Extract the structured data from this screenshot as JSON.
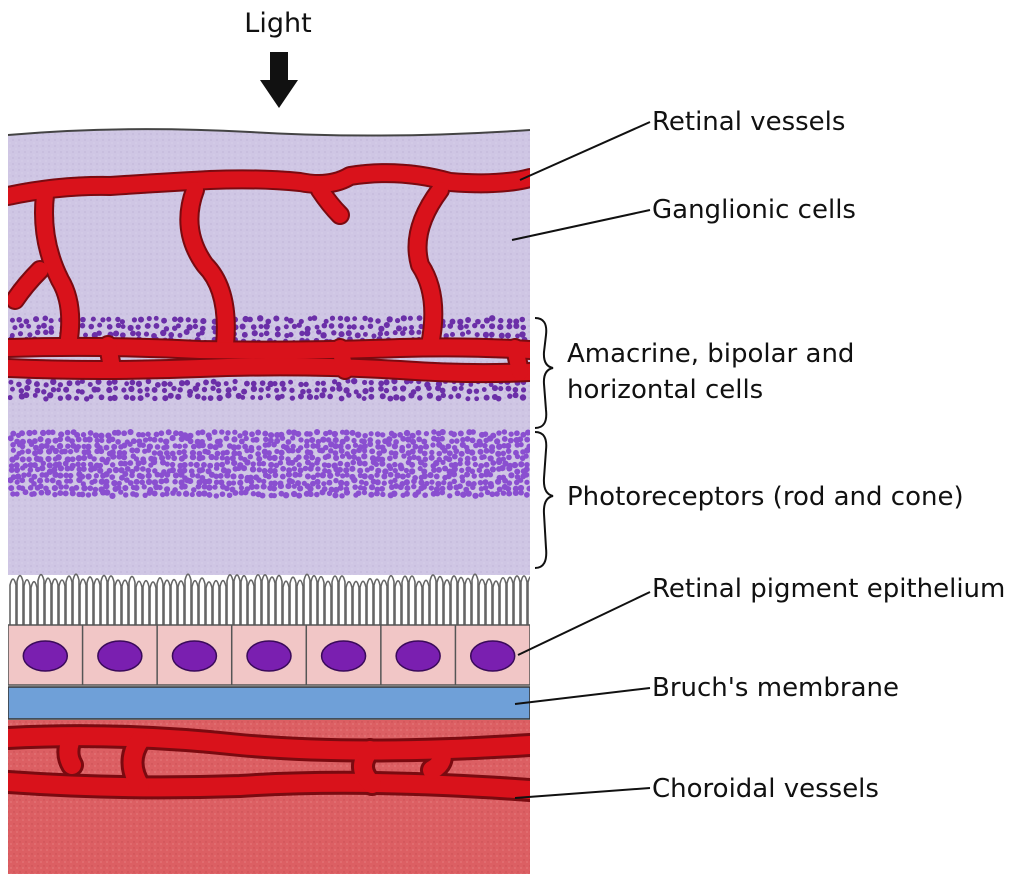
{
  "light_label": "Light",
  "labels": {
    "retinal_vessels": "Retinal vessels",
    "ganglionic_cells": "Ganglionic cells",
    "amacrine_line1": "Amacrine, bipolar and",
    "amacrine_line2": "horizontal cells",
    "photoreceptors": "Photoreceptors (rod and cone)",
    "rpe": "Retinal pigment epithelium",
    "bruch": "Bruch's membrane",
    "choroidal_vessels": "Choroidal vessels"
  },
  "colors": {
    "retina_base": "#cfc6e4",
    "nuclei": "#6b2fa8",
    "photoreceptor_nuclei": "#8a4fd0",
    "vessel_red": "#d9121b",
    "vessel_dark": "#7a0a10",
    "rpe_pink": "#f1c6c6",
    "rpe_nucleus": "#7a1fb0",
    "bruch_blue": "#6fa0d8",
    "choroid": "#dc5f63"
  }
}
